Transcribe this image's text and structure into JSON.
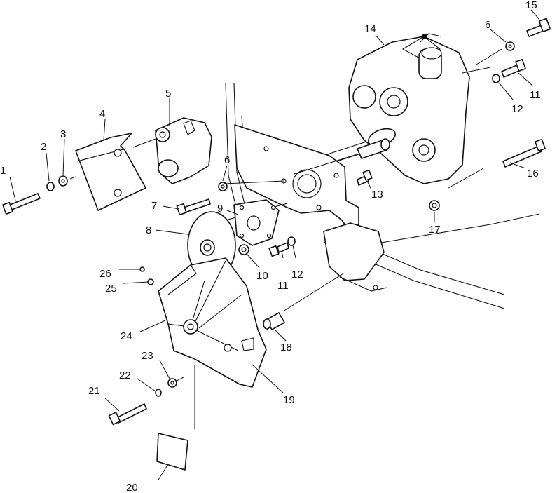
{
  "diagram": {
    "type": "exploded-parts-view",
    "callouts": [
      "1",
      "2",
      "3",
      "4",
      "5",
      "6",
      "6",
      "7",
      "8",
      "9",
      "10",
      "11",
      "11",
      "12",
      "12",
      "13",
      "14",
      "15",
      "16",
      "17",
      "18",
      "19",
      "20",
      "21",
      "22",
      "23",
      "24",
      "25",
      "26"
    ]
  }
}
